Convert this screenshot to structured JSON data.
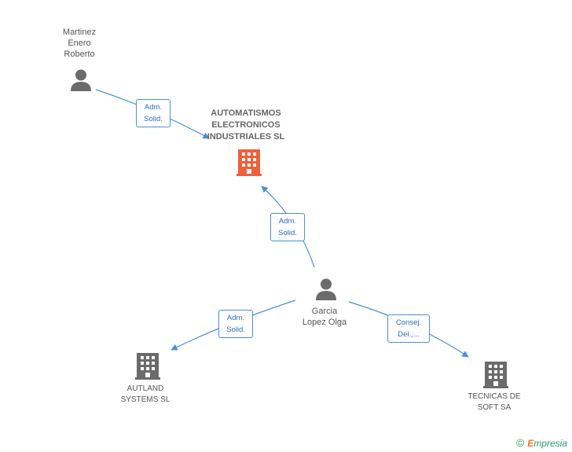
{
  "nodes": {
    "company_main": {
      "name": "AUTOMATISMOS\nELECTRONICOS\nINDUSTRIALES SL",
      "color": "#f0603a"
    },
    "person_martinez": {
      "name": "Martinez\nEnero\nRoberto",
      "color": "#666666"
    },
    "person_garcia": {
      "name": "Garcia\nLopez Olga",
      "color": "#666666"
    },
    "company_autland": {
      "name": "AUTLAND\nSYSTEMS SL",
      "color": "#666666"
    },
    "company_tecnicas": {
      "name": "TECNICAS DE\nSOFT SA",
      "color": "#666666"
    }
  },
  "edges": [
    {
      "from": "Martinez Enero Roberto",
      "to": "AUTOMATISMOS ELECTRONICOS INDUSTRIALES SL",
      "label": "Adm.\nSolid."
    },
    {
      "from": "Garcia Lopez Olga",
      "to": "AUTOMATISMOS ELECTRONICOS INDUSTRIALES SL",
      "label": "Adm.\nSolid."
    },
    {
      "from": "Garcia Lopez Olga",
      "to": "AUTLAND SYSTEMS SL",
      "label": "Adm.\nSolid."
    },
    {
      "from": "Garcia Lopez Olga",
      "to": "TECNICAS DE SOFT SA",
      "label": "Consej.\nDel.,..."
    }
  ],
  "edge_color": "#4a90d9",
  "watermark": {
    "symbol": "©",
    "brand_first": "E",
    "brand_rest": "mpresia"
  }
}
